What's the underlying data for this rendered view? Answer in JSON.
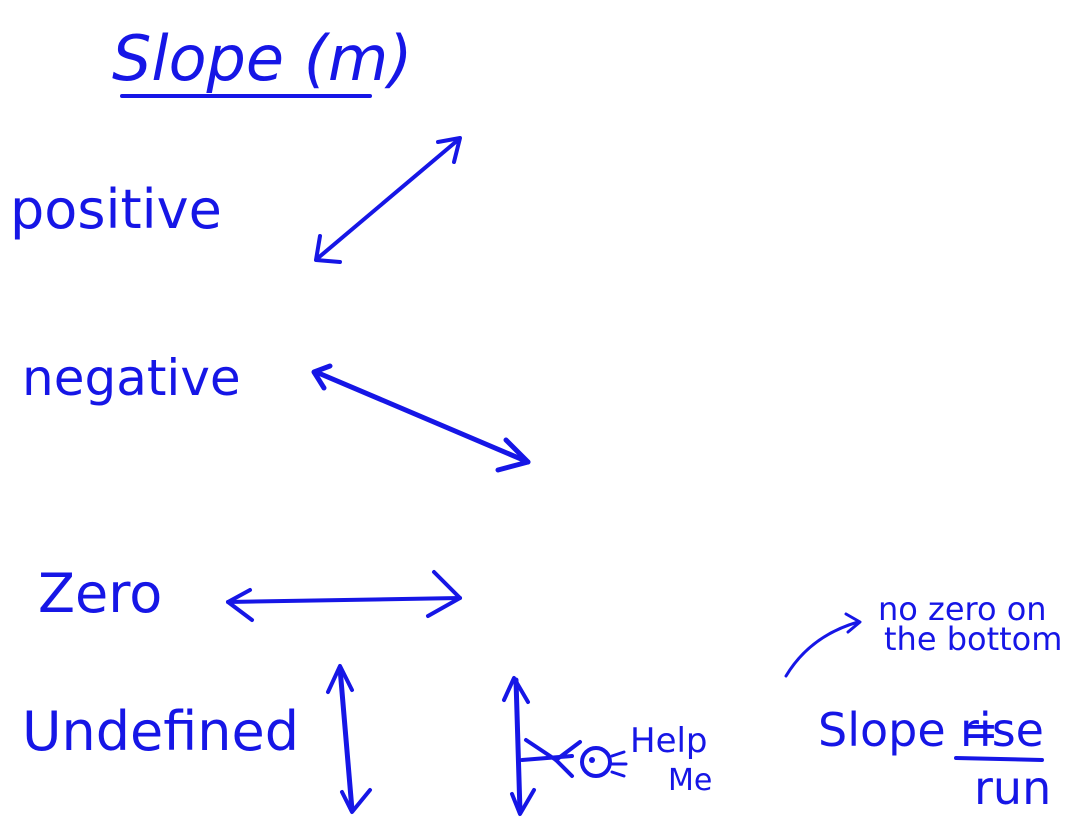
{
  "title": "Slope (m)",
  "ink_color": "#1616e6",
  "slope_types": [
    {
      "label": "positive"
    },
    {
      "label": "negative"
    },
    {
      "label": "Zero"
    },
    {
      "label": "Undefined"
    }
  ],
  "stick_figure_caption": {
    "line1": "Help",
    "line2": "Me"
  },
  "formula": {
    "lhs": "Slope =",
    "numerator": "rise",
    "denominator": "run"
  },
  "note": {
    "line1": "no zero on",
    "line2": "the bottom"
  }
}
